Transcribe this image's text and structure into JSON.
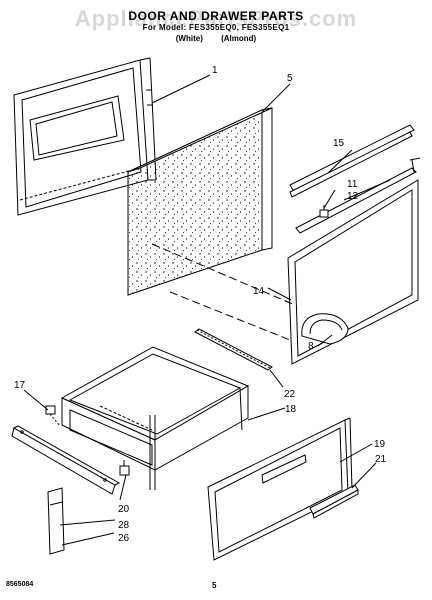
{
  "header": {
    "title": "DOOR AND DRAWER PARTS",
    "model": "For Model: FES355EQ0, FES355EQ1",
    "color_white": "(White)",
    "color_almond": "(Almond)"
  },
  "watermark": "AppliancePartsPros.com",
  "callouts": {
    "c1": "1",
    "c5": "5",
    "c15": "15",
    "c11": "11",
    "c12": "12",
    "c14": "14",
    "c8": "8",
    "c22": "22",
    "c17": "17",
    "c18": "18",
    "c19": "19",
    "c21": "21",
    "c20": "20",
    "c28": "28",
    "c26": "26"
  },
  "footer": {
    "code": "8565084",
    "page": "5"
  }
}
